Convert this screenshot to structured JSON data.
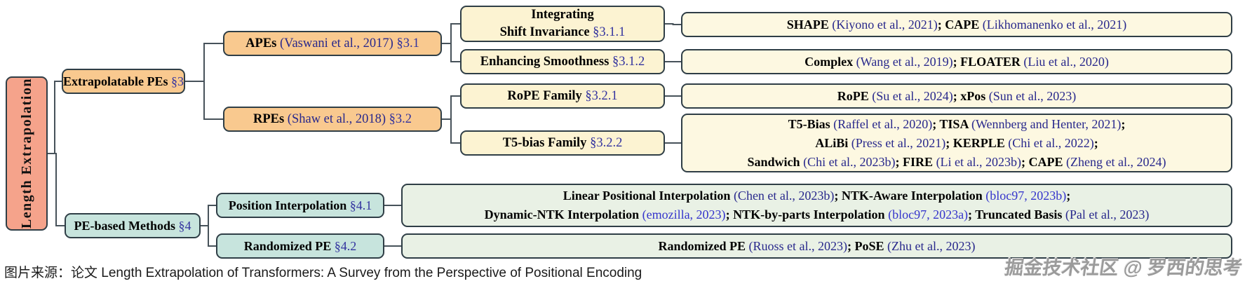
{
  "diagram": {
    "nodes": {
      "le": {
        "label": "Length Extrapolation"
      },
      "extrapolatable": {
        "segments": [
          [
            "b",
            "Extrapolatable PEs "
          ],
          [
            "s",
            "§3"
          ]
        ]
      },
      "pe_based": {
        "segments": [
          [
            "b",
            "PE-based Methods "
          ],
          [
            "s",
            "§4"
          ]
        ]
      },
      "apes": {
        "segments": [
          [
            "b",
            "APEs"
          ],
          [
            "p",
            " "
          ],
          [
            "c",
            "(Vaswani et al., 2017)"
          ],
          [
            "p",
            " "
          ],
          [
            "s",
            "§3.1"
          ]
        ]
      },
      "rpes": {
        "segments": [
          [
            "b",
            "RPEs"
          ],
          [
            "p",
            " "
          ],
          [
            "c",
            "(Shaw et al., 2018)"
          ],
          [
            "p",
            " "
          ],
          [
            "s",
            "§3.2"
          ]
        ]
      },
      "integrating": {
        "segments": [
          [
            "b",
            "Integrating"
          ],
          [
            "br",
            ""
          ],
          [
            "b",
            "Shift Invariance "
          ],
          [
            "s",
            "§3.1.1"
          ]
        ]
      },
      "enhancing": {
        "segments": [
          [
            "b",
            "Enhancing Smoothness "
          ],
          [
            "s",
            "§3.1.2"
          ]
        ]
      },
      "rope_family": {
        "segments": [
          [
            "b",
            "RoPE Family "
          ],
          [
            "s",
            "§3.2.1"
          ]
        ]
      },
      "t5_family": {
        "segments": [
          [
            "b",
            "T5-bias Family "
          ],
          [
            "s",
            "§3.2.2"
          ]
        ]
      },
      "leaf_shape": {
        "segments": [
          [
            "b",
            "SHAPE"
          ],
          [
            "p",
            " "
          ],
          [
            "c",
            "(Kiyono et al., 2021)"
          ],
          [
            "p",
            "; "
          ],
          [
            "b",
            "CAPE"
          ],
          [
            "p",
            " "
          ],
          [
            "c",
            "(Likhomanenko et al., 2021)"
          ]
        ]
      },
      "leaf_complex": {
        "segments": [
          [
            "b",
            "Complex"
          ],
          [
            "p",
            " "
          ],
          [
            "c",
            "(Wang et al., 2019)"
          ],
          [
            "p",
            "; "
          ],
          [
            "b",
            "FLOATER"
          ],
          [
            "p",
            " "
          ],
          [
            "c",
            "(Liu et al., 2020)"
          ]
        ]
      },
      "leaf_rope": {
        "segments": [
          [
            "b",
            "RoPE"
          ],
          [
            "p",
            " "
          ],
          [
            "c",
            "(Su et al., 2024)"
          ],
          [
            "p",
            "; "
          ],
          [
            "b",
            "xPos"
          ],
          [
            "p",
            " "
          ],
          [
            "c",
            "(Sun et al., 2023)"
          ]
        ]
      },
      "leaf_t5": {
        "segments": [
          [
            "b",
            "T5-Bias"
          ],
          [
            "p",
            " "
          ],
          [
            "c",
            "(Raffel et al., 2020)"
          ],
          [
            "p",
            "; "
          ],
          [
            "b",
            "TISA"
          ],
          [
            "p",
            " "
          ],
          [
            "c",
            "(Wennberg and Henter, 2021)"
          ],
          [
            "p",
            ";"
          ],
          [
            "br",
            ""
          ],
          [
            "b",
            "ALiBi"
          ],
          [
            "p",
            " "
          ],
          [
            "c",
            "(Press et al., 2021)"
          ],
          [
            "p",
            "; "
          ],
          [
            "b",
            "KERPLE"
          ],
          [
            "p",
            " "
          ],
          [
            "c",
            "(Chi et al., 2022)"
          ],
          [
            "p",
            ";"
          ],
          [
            "br",
            ""
          ],
          [
            "b",
            "Sandwich"
          ],
          [
            "p",
            " "
          ],
          [
            "c",
            "(Chi et al., 2023b)"
          ],
          [
            "p",
            "; "
          ],
          [
            "b",
            "FIRE"
          ],
          [
            "p",
            " "
          ],
          [
            "c",
            "(Li et al., 2023b)"
          ],
          [
            "p",
            "; "
          ],
          [
            "b",
            "CAPE"
          ],
          [
            "p",
            " "
          ],
          [
            "c",
            "(Zheng et al., 2024)"
          ]
        ]
      },
      "position_interpolation": {
        "segments": [
          [
            "b",
            "Position Interpolation "
          ],
          [
            "s",
            "§4.1"
          ]
        ]
      },
      "randomized_pe": {
        "segments": [
          [
            "b",
            "Randomized PE "
          ],
          [
            "s",
            "§4.2"
          ]
        ]
      },
      "leaf_pi": {
        "segments": [
          [
            "b",
            "Linear Positional Interpolation"
          ],
          [
            "p",
            " "
          ],
          [
            "c",
            "(Chen et al., 2023b)"
          ],
          [
            "p",
            "; "
          ],
          [
            "b",
            "NTK-Aware Interpolation"
          ],
          [
            "p",
            " "
          ],
          [
            "l",
            "(bloc97, 2023b)"
          ],
          [
            "p",
            ";"
          ],
          [
            "br",
            ""
          ],
          [
            "b",
            "Dynamic-NTK Interpolation"
          ],
          [
            "p",
            " "
          ],
          [
            "l",
            "(emozilla, 2023)"
          ],
          [
            "p",
            "; "
          ],
          [
            "b",
            "NTK-by-parts Interpolation"
          ],
          [
            "p",
            " "
          ],
          [
            "l",
            "(bloc97, 2023a)"
          ],
          [
            "p",
            "; "
          ],
          [
            "b",
            "Truncated Basis"
          ],
          [
            "p",
            " "
          ],
          [
            "c",
            "(Pal et al., 2023)"
          ]
        ]
      },
      "leaf_rand": {
        "segments": [
          [
            "b",
            "Randomized PE"
          ],
          [
            "p",
            " "
          ],
          [
            "c",
            "(Ruoss et al., 2023)"
          ],
          [
            "p",
            "; "
          ],
          [
            "b",
            "PoSE"
          ],
          [
            "p",
            " "
          ],
          [
            "c",
            "(Zhu et al., 2023)"
          ]
        ]
      }
    },
    "edges": [
      [
        "le",
        "extrapolatable"
      ],
      [
        "le",
        "pe_based"
      ],
      [
        "extrapolatable",
        "apes"
      ],
      [
        "extrapolatable",
        "rpes"
      ],
      [
        "apes",
        "integrating"
      ],
      [
        "apes",
        "enhancing"
      ],
      [
        "rpes",
        "rope_family"
      ],
      [
        "rpes",
        "t5_family"
      ],
      [
        "integrating",
        "leaf_shape"
      ],
      [
        "enhancing",
        "leaf_complex"
      ],
      [
        "rope_family",
        "leaf_rope"
      ],
      [
        "t5_family",
        "leaf_t5"
      ],
      [
        "pe_based",
        "position_interpolation"
      ],
      [
        "pe_based",
        "randomized_pe"
      ],
      [
        "position_interpolation",
        "leaf_pi"
      ],
      [
        "randomized_pe",
        "leaf_rand"
      ]
    ]
  },
  "caption": "图片来源：论文 Length Extrapolation of Transformers: A Survey from the Perspective of Positional Encoding",
  "watermark": "掘金技术社区 @ 罗西的思考",
  "colors": {
    "root_fill": "#f5a38b",
    "ape_fill": "#f9c98f",
    "family_fill": "#fcf3d2",
    "leaf_fill": "#fdf8e1",
    "pe_method_fill": "#c7e4dd",
    "pe_leaf_fill": "#e9f1e5",
    "border": "#2f3e46",
    "citation_blue": "#28288c",
    "section_blue": "#32329f",
    "link_blue": "#3434cc",
    "connector": "#47525a"
  }
}
